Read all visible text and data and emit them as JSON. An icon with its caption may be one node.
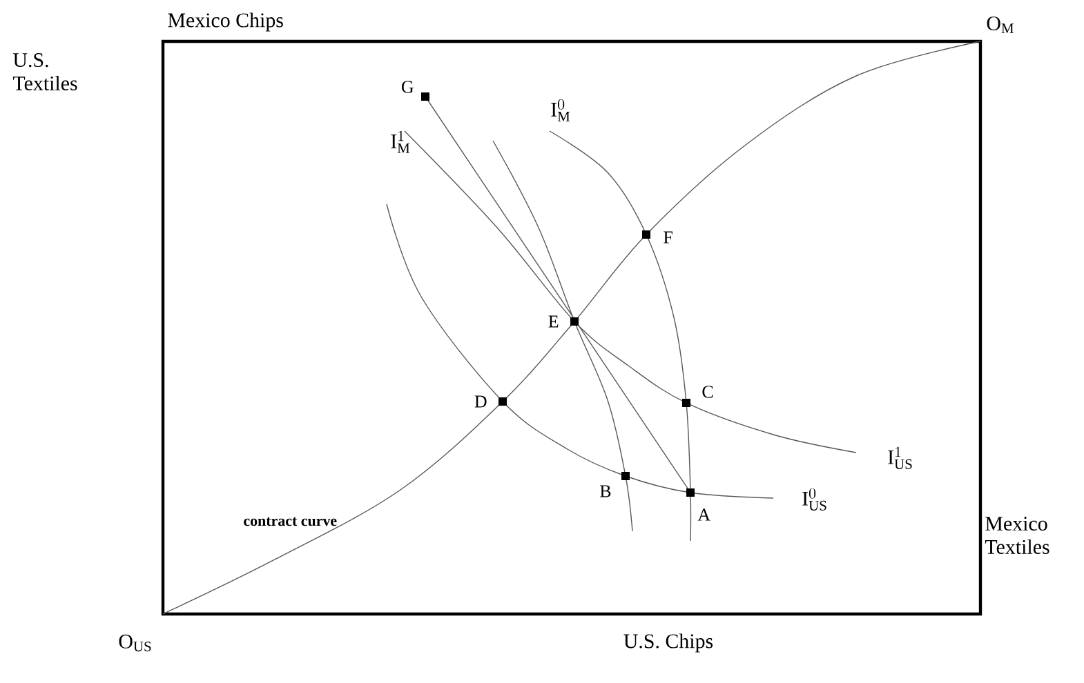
{
  "diagram": {
    "nodes": [
      {
        "text": [],
        "shape": "box",
        "beside": [
          "G"
        ]
      },
      {
        "text": [],
        "shape": "box",
        "beside": [
          "F"
        ]
      },
      {
        "text": [],
        "shape": "box",
        "beside": [
          "E"
        ]
      },
      {
        "text": [],
        "shape": "box",
        "beside": [
          "D"
        ]
      },
      {
        "text": [],
        "shape": "box",
        "beside": [
          "C"
        ]
      },
      {
        "text": [],
        "shape": "box",
        "beside": [
          "B"
        ]
      },
      {
        "text": [],
        "shape": "box",
        "beside": [
          "A"
        ]
      }
    ],
    "edges": [
      {
        "from": 0,
        "to": 6,
        "arrow": "none"
      }
    ],
    "labels": [
      "Mexico Chips",
      "\\mathrm{O}_{\\mathrm{M}}",
      "U.S. Textiles",
      "\\mathrm{I}_{\\mathrm{M}}^{0}",
      "\\mathrm{I}_{\\mathrm{M}}^{1}",
      "\\mathrm{I}_{\\mathrm{US}}^{1}",
      "contract curve",
      "\\mathrm{I}_{\\mathrm{US}}^{0}",
      "Mexico Textiles",
      "\\mathrm{O}_{\\mathrm{US}}",
      "U.S. Chips"
    ]
  }
}
